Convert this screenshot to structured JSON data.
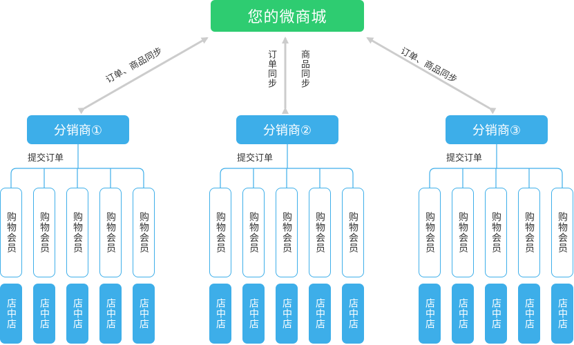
{
  "root": {
    "label": "您的微商城"
  },
  "sync_labels": {
    "left": "订单、商品同步",
    "center_order": "订单同步",
    "center_product": "商品同步",
    "right": "订单、商品同步"
  },
  "distributors": [
    {
      "label": "分销商①",
      "submit_label": "提交订单",
      "members": [
        "购物会员",
        "购物会员",
        "购物会员",
        "购物会员",
        "购物会员"
      ],
      "shops": [
        "店中店",
        "店中店",
        "店中店",
        "店中店",
        "店中店"
      ]
    },
    {
      "label": "分销商②",
      "submit_label": "提交订单",
      "members": [
        "购物会员",
        "购物会员",
        "购物会员",
        "购物会员",
        "购物会员"
      ],
      "shops": [
        "店中店",
        "店中店",
        "店中店",
        "店中店",
        "店中店"
      ]
    },
    {
      "label": "分销商③",
      "submit_label": "提交订单",
      "members": [
        "购物会员",
        "购物会员",
        "购物会员",
        "购物会员",
        "购物会员"
      ],
      "shops": [
        "店中店",
        "店中店",
        "店中店",
        "店中店",
        "店中店"
      ]
    }
  ],
  "colors": {
    "root": "#2ecc71",
    "node": "#3daee9",
    "arrow": "#cccccc",
    "text": "#333333"
  }
}
